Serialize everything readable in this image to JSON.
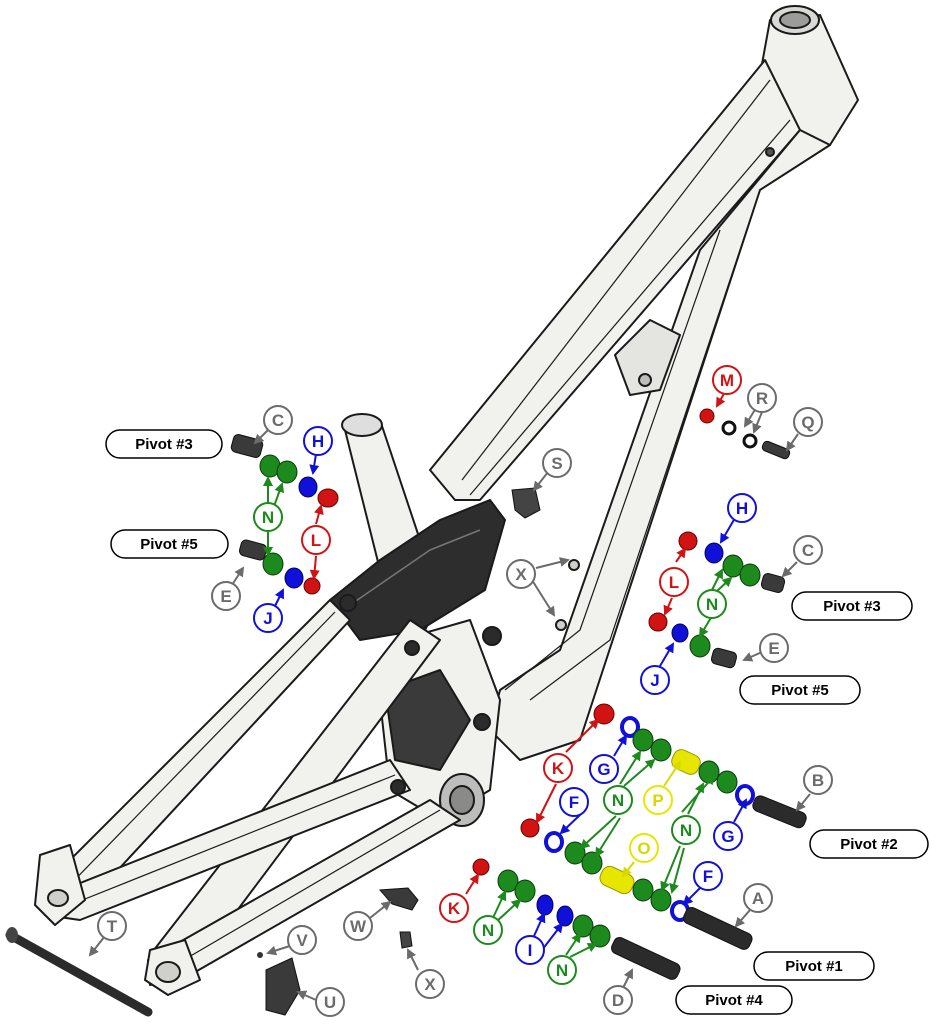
{
  "colors": {
    "gray": "#6b6b6b",
    "red": "#d11313",
    "blue": "#1010d8",
    "green": "#1c8a1c",
    "yellow": "#e6e600",
    "frame_stroke": "#1a1a1a",
    "frame_fill": "#f1f1ee"
  },
  "pivots": {
    "p3_left": "Pivot #3",
    "p5_left": "Pivot #5",
    "p3_right": "Pivot #3",
    "p5_right": "Pivot #5",
    "p2": "Pivot #2",
    "p1": "Pivot #1",
    "p4": "Pivot #4"
  },
  "callouts": {
    "c_left": "C",
    "h_left": "H",
    "n_left": "N",
    "l_left": "L",
    "e_left": "E",
    "j_left": "J",
    "m": "M",
    "r": "R",
    "q": "Q",
    "s": "S",
    "x_mid": "X",
    "h_right": "H",
    "c_right": "C",
    "l_right": "L",
    "n_right": "N",
    "e_right": "E",
    "j_right": "J",
    "k_top": "K",
    "g_top": "G",
    "n_top": "N",
    "p": "P",
    "b": "B",
    "f_top": "F",
    "o": "O",
    "n_mid": "N",
    "g_right": "G",
    "f_right": "F",
    "a": "A",
    "k_bottom": "K",
    "n_bottom": "N",
    "i": "I",
    "n_bottom2": "N",
    "d": "D",
    "t": "T",
    "v": "V",
    "w": "W",
    "x_bottom": "X",
    "u": "U"
  }
}
